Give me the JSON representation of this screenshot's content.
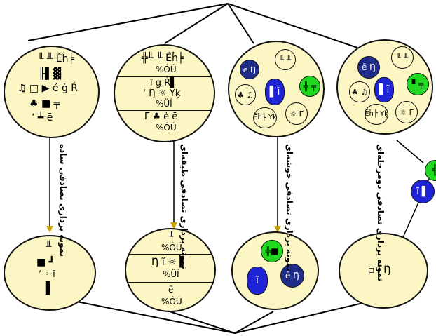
{
  "colors": {
    "circle_fill": "#fbf6c4",
    "navy": "#1f2c8a",
    "blue": "#1f24d6",
    "green": "#22d922",
    "arrow": "#c9a400"
  },
  "population_1": {
    "row1": "╙ ╨ Ěĥ╞",
    "row2": "╟▌▓",
    "row3": "♫ □ ▶ ẻ ġ Ŕ",
    "row4": "♣ ■ ╤",
    "row5": "ʼ ┷ ē"
  },
  "population_2": {
    "row1": "╬╨ ╙ Ěĥ╞",
    "row2": "%ÓÚ",
    "row3": "ĩ ġ Ŕ▌",
    "row4": "ʼ Ŋ ☼ Yķ",
    "row5": "%ÜÏ",
    "row6": "Γ ♣ ė ē",
    "row7": "%ÓÚ"
  },
  "population_3": {
    "navy": "ē Ŋ",
    "cream_top": "╙ ╨",
    "blue": "▌ĩ",
    "green": "╬ ╤",
    "cream_left": "♣ ♫",
    "cream_bottom": "Ěĥ╞ Yķ",
    "cream_right": "☼ Γ"
  },
  "population_4": {
    "navy": "ē Ŋ",
    "cream_top": "╙ ╨",
    "blue": "▌ĩ",
    "green": "▘╤",
    "cream_left": "♣ ♫",
    "cream_bottom": "Ěĥ╞ Yķ",
    "cream_right": "☼ Γ"
  },
  "population_4_side": {
    "green": "╬",
    "blue": "ĩ ▌"
  },
  "sample_1": {
    "row1": "╨",
    "row2": "■ ┛",
    "row3": "ʼ ◦ ĩ",
    "row4": "▌"
  },
  "sample_2": {
    "row1": "╙",
    "row2": "%ÓÚ",
    "row3": "Ŋ ĩ ☼ ▌",
    "row4": "%ÜÏ",
    "row5": "ē",
    "row6": "%ÓÚ"
  },
  "sample_3": {
    "green": "╬■",
    "blue": "ĩ",
    "navy": "ē Ŋ"
  },
  "sample_4": {
    "row1": "▫ ĩ Ŋ"
  },
  "labels": {
    "simple": "نمونه برداری تصادفی ساده",
    "stratified": "نمونه برداری تصادفی طبقه‌ای",
    "cluster": "نمونه برداری تصادفی خوشه‌ای",
    "multistage": "نمونه برداری تصادفی دومرحله‌ای"
  }
}
